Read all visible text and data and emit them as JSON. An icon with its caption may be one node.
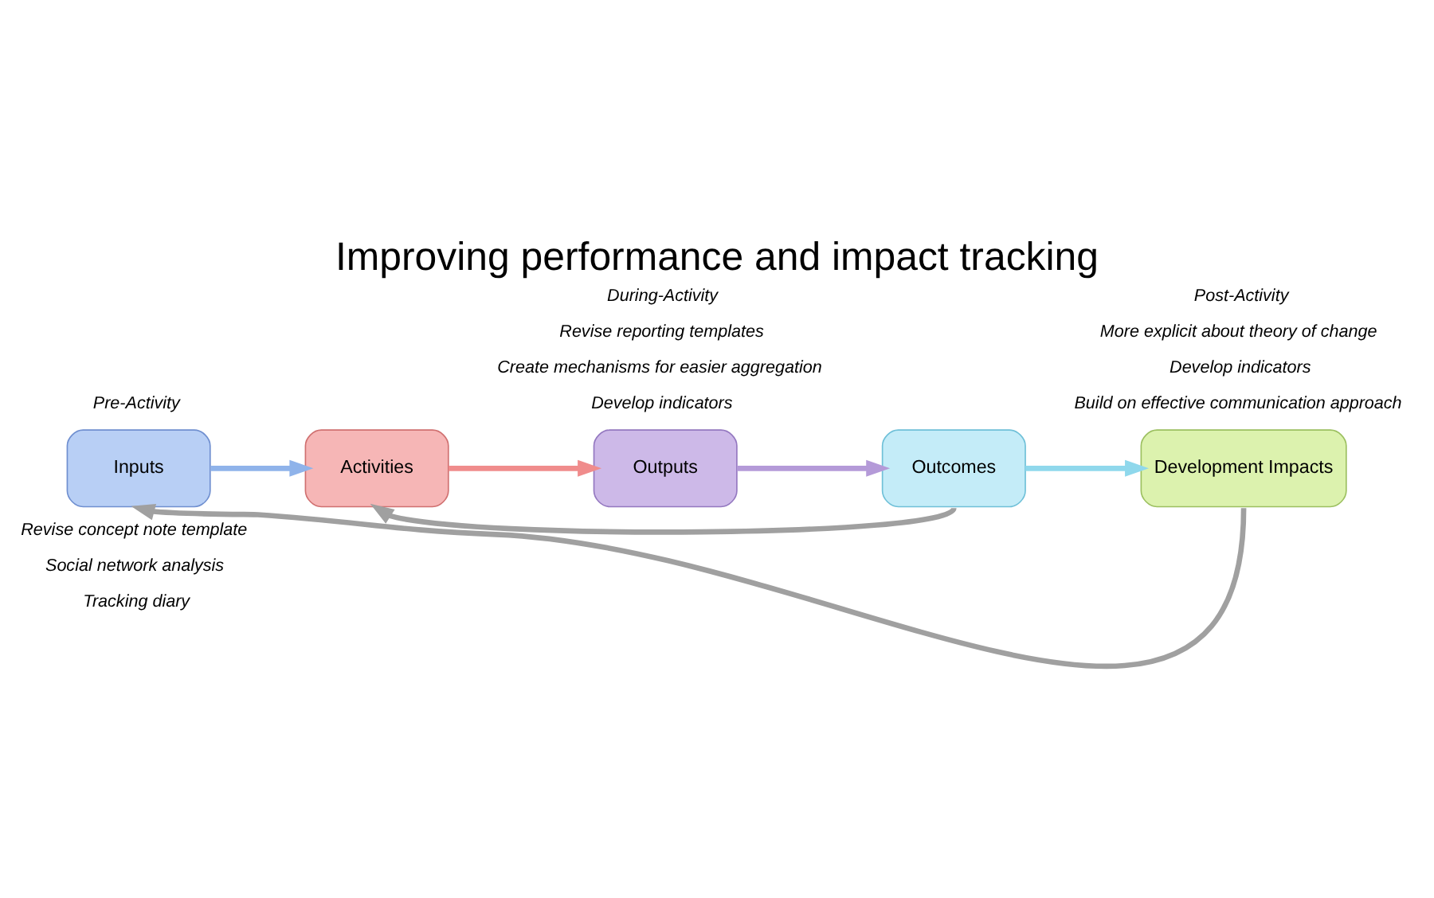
{
  "diagram": {
    "title": "Improving performance and impact tracking",
    "nodes": [
      {
        "text": [
          "Inputs"
        ]
      },
      {
        "text": [
          "Activities"
        ]
      },
      {
        "text": [
          "Outputs"
        ]
      },
      {
        "text": [
          "Outcomes"
        ]
      },
      {
        "text": [
          "Development Impacts"
        ]
      }
    ],
    "edges": [
      {
        "from": 0,
        "to": 1,
        "arrow": "to",
        "color": "#8fb3ea"
      },
      {
        "from": 1,
        "to": 2,
        "arrow": "to",
        "color": "#f08c8c"
      },
      {
        "from": 2,
        "to": 3,
        "arrow": "to",
        "color": "#b49ad8"
      },
      {
        "from": 3,
        "to": 4,
        "arrow": "to",
        "color": "#8fd8ec"
      },
      {
        "from": 4,
        "to": 0,
        "arrow": "to",
        "color": "#a0a0a0"
      },
      {
        "from": 3,
        "to": 1,
        "arrow": "to",
        "color": "#a0a0a0"
      }
    ],
    "labels": [
      "Pre-Activity",
      "During-Activity",
      "Post-Activity",
      "Revise concept note template",
      "Social network analysis",
      "Tracking diary",
      "Revise reporting templates",
      "Create mechanisms for easier aggregation",
      "Develop indicators",
      "More explicit about theory of change",
      "Develop indicators",
      "Build on effective communication approach"
    ]
  }
}
